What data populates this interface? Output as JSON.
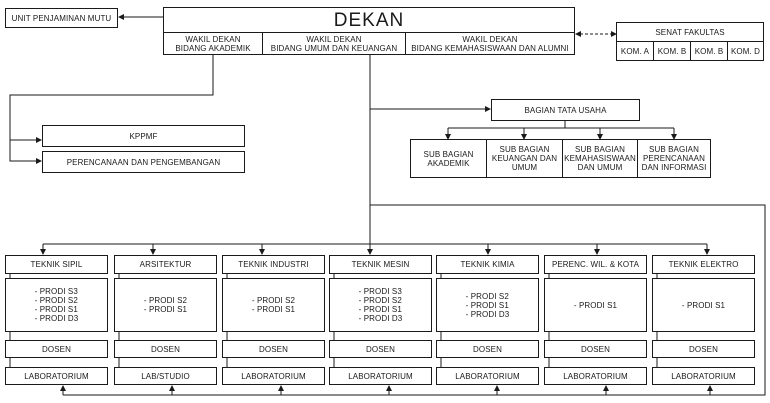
{
  "unit_penjaminan_mutu": "UNIT PENJAMINAN MUTU",
  "dekan": {
    "title": "DEKAN",
    "wakil": [
      {
        "line1": "WAKIL DEKAN",
        "line2": "BIDANG AKADEMIK"
      },
      {
        "line1": "WAKIL DEKAN",
        "line2": "BIDANG UMUM DAN KEUANGAN"
      },
      {
        "line1": "WAKIL DEKAN",
        "line2": "BIDANG KEMAHASISWAAN DAN ALUMNI"
      }
    ]
  },
  "senat": {
    "title": "SENAT FAKULTAS",
    "komisi": [
      "KOM. A",
      "KOM. B",
      "KOM. B",
      "KOM. D"
    ]
  },
  "kppmf": "KPPMF",
  "perencanaan": "PERENCANAAN DAN PENGEMBANGAN",
  "tata_usaha": {
    "title": "BAGIAN TATA USAHA",
    "sub": [
      [
        "SUB BAGIAN",
        "AKADEMIK"
      ],
      [
        "SUB BAGIAN",
        "KEUANGAN DAN",
        "UMUM"
      ],
      [
        "SUB BAGIAN",
        "KEMAHASISWAAN",
        "DAN UMUM"
      ],
      [
        "SUB BAGIAN",
        "PERENCANAAN",
        "DAN INFORMASI"
      ]
    ]
  },
  "departments": [
    {
      "name": "TEKNIK SIPIL",
      "prodi": [
        "- PRODI S3",
        "- PRODI S2",
        "- PRODI S1",
        "- PRODI D3"
      ],
      "dosen": "DOSEN",
      "lab": "LABORATORIUM"
    },
    {
      "name": "ARSITEKTUR",
      "prodi": [
        "- PRODI S2",
        "- PRODI S1"
      ],
      "dosen": "DOSEN",
      "lab": "LAB/STUDIO"
    },
    {
      "name": "TEKNIK INDUSTRI",
      "prodi": [
        "- PRODI S2",
        "- PRODI S1"
      ],
      "dosen": "DOSEN",
      "lab": "LABORATORIUM"
    },
    {
      "name": "TEKNIK MESIN",
      "prodi": [
        "- PRODI S3",
        "- PRODI S2",
        "- PRODI S1",
        "- PRODI D3"
      ],
      "dosen": "DOSEN",
      "lab": "LABORATORIUM"
    },
    {
      "name": "TEKNIK KIMIA",
      "prodi": [
        "- PRODI S2",
        "- PRODI S1",
        "- PRODI D3"
      ],
      "dosen": "DOSEN",
      "lab": "LABORATORIUM"
    },
    {
      "name": "PERENC. WIL. & KOTA",
      "prodi": [
        "- PRODI S1"
      ],
      "dosen": "DOSEN",
      "lab": "LABORATORIUM"
    },
    {
      "name": "TEKNIK ELEKTRO",
      "prodi": [
        "- PRODI S1"
      ],
      "dosen": "DOSEN",
      "lab": "LABORATORIUM"
    }
  ]
}
